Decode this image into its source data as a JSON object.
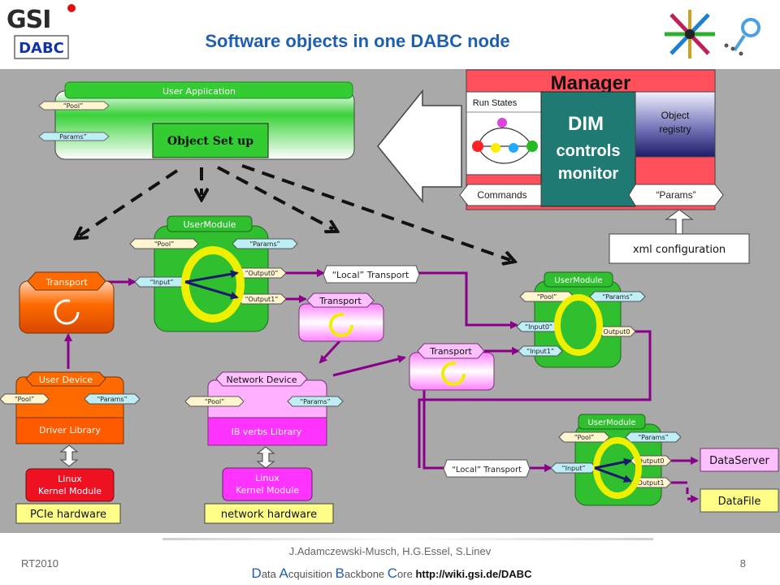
{
  "header": {
    "logo_text": "GSI",
    "dabc_badge": "DABC",
    "title": "Software objects in one DABC node"
  },
  "user_app": {
    "header": "User Application",
    "pool_tag": "“Pool”",
    "params_tag": "Params”",
    "setup_label": "Object Set up"
  },
  "manager": {
    "title": "Manager",
    "run_states": "Run States",
    "dim_line1": "DIM",
    "dim_line2": "controls",
    "dim_line3": "monitor",
    "object_registry_line1": "Object",
    "object_registry_line2": "registry",
    "commands": "Commands",
    "params": "“Params”"
  },
  "xml_config": "xml configuration",
  "user_module_top": {
    "header": "UserModule",
    "pool": "“Pool”",
    "params": "“Params”",
    "input": "“Input”",
    "output0": "“Output0”",
    "output1": "“Output1”"
  },
  "local_transport_top": "“Local” Transport",
  "transport_left": "Transport",
  "transport_mid": "Transport",
  "transport_right": "Transport",
  "user_device": {
    "header": "User Device",
    "pool": "“Pool”",
    "params": "“Params”",
    "library": "Driver Library"
  },
  "network_device": {
    "header": "Network Device",
    "pool": "“Pool”",
    "params": "“Params”",
    "library": "IB verbs Library"
  },
  "kernel_left": {
    "line1": "Linux",
    "line2": "Kernel Module"
  },
  "kernel_mid": {
    "line1": "Linux",
    "line2": "Kernel Module"
  },
  "hw_left": "PCIe hardware",
  "hw_mid": "network hardware",
  "user_module_right": {
    "header": "UserModule",
    "pool": "“Pool”",
    "params": "“Params”",
    "input0": "“Input0”",
    "input1": "“Input1”",
    "output0": "Output0"
  },
  "user_module_bottom": {
    "header": "UserModule",
    "pool": "“Pool”",
    "params": "“Params”",
    "input": "“Input”",
    "output0": "Output0",
    "output1": "Output1"
  },
  "local_transport_bottom": "“Local” Transport",
  "data_server": "DataServer",
  "data_file": "DataFile",
  "footer": {
    "authors": "J.Adamczewski-Musch, H.G.Essel,  S.Linev",
    "conference": "RT2010",
    "page": "8",
    "d": "D",
    "d_rest": "ata ",
    "a": "A",
    "a_rest": "cquisition ",
    "b": "B",
    "b_rest": "ackbone ",
    "c": "C",
    "c_rest": "ore ",
    "url": "http://wiki.gsi.de/DABC"
  },
  "colors": {
    "slide_bg": "#a9a9a9",
    "arrow_purple": "#8b008b",
    "green_body": "#2fbf2f",
    "orange_body": "#ff6a00",
    "pink_body": "#ff66ff",
    "ring_yellow": "#eef000",
    "manager_red": "#ff4f5a",
    "dim_teal": "#1f7a74",
    "registry_navy": "#2a2a7a"
  }
}
